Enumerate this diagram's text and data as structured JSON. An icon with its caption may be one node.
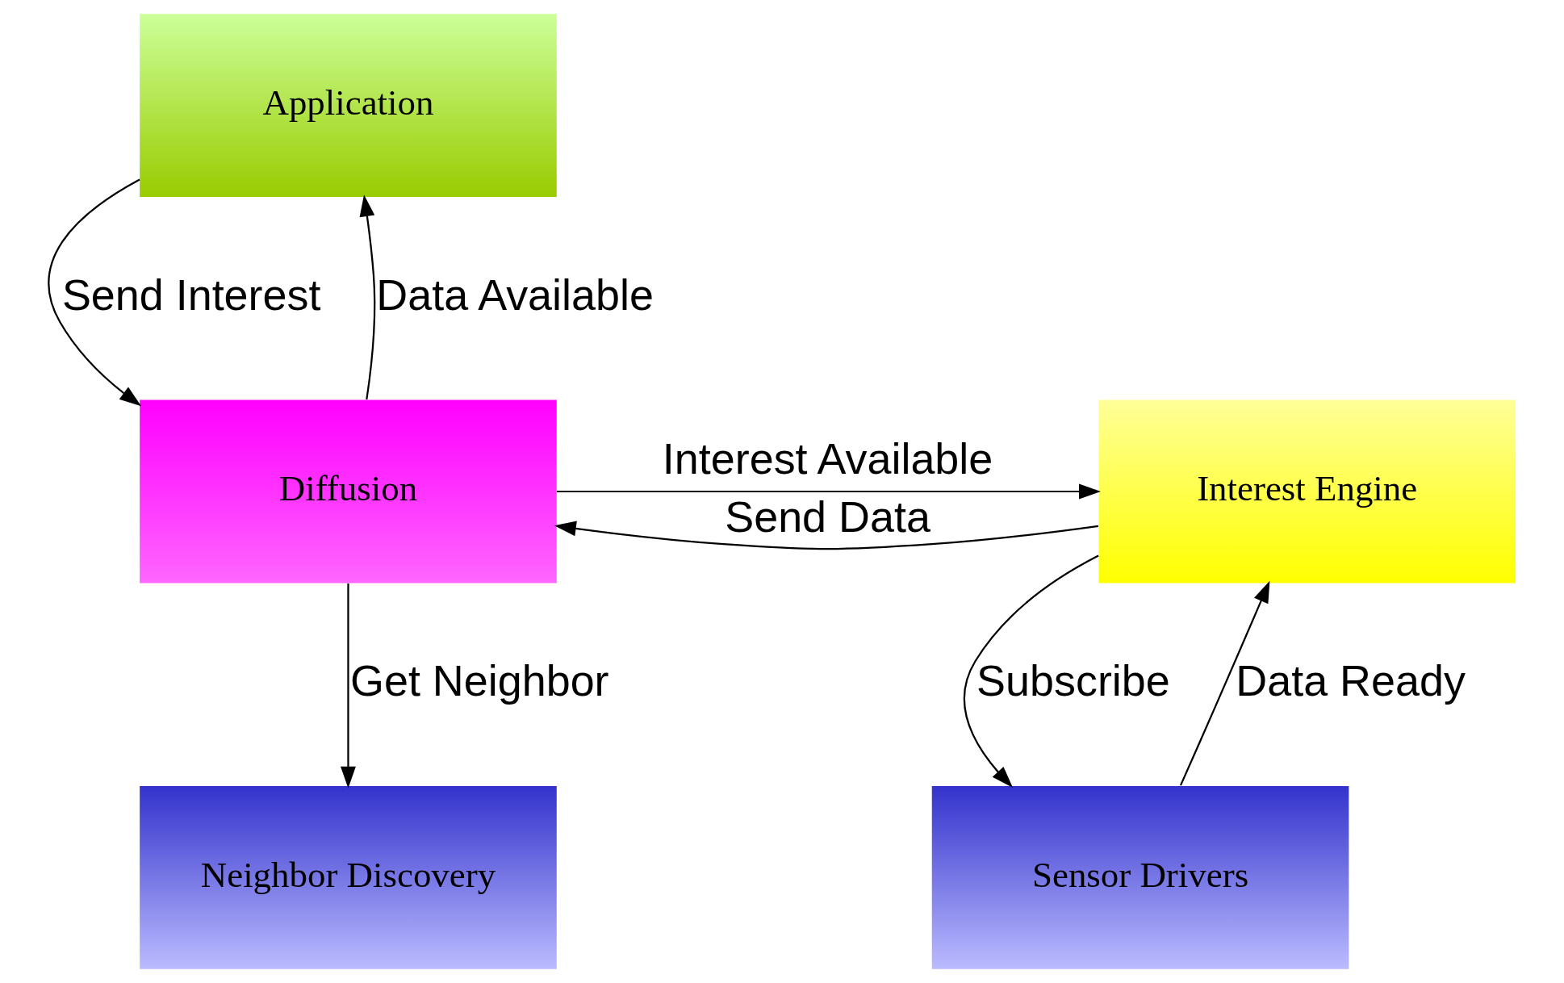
{
  "diagram": {
    "nodes": [
      {
        "text": [
          "Application"
        ]
      },
      {
        "text": [
          "Diffusion"
        ]
      },
      {
        "text": [
          "Interest Engine"
        ]
      },
      {
        "text": [
          "Neighbor Discovery"
        ]
      },
      {
        "text": [
          "Sensor Drivers"
        ]
      }
    ],
    "edges": [
      {
        "from": 1,
        "to": 0,
        "arrow": "to",
        "label": "Data Available"
      },
      {
        "from": 0,
        "to": 1,
        "arrow": "to",
        "label": "Send Interest"
      },
      {
        "from": 2,
        "to": 1,
        "arrow": "to",
        "label": "Send Data"
      },
      {
        "from": 1,
        "to": 2,
        "arrow": "to",
        "label": "Interest Available"
      },
      {
        "from": 1,
        "to": 3,
        "arrow": "to",
        "label": "Get Neighbor"
      },
      {
        "from": 2,
        "to": 4,
        "arrow": "to",
        "label": "Subscribe"
      },
      {
        "from": 4,
        "to": 2,
        "arrow": "to",
        "label": "Data Ready"
      }
    ]
  }
}
